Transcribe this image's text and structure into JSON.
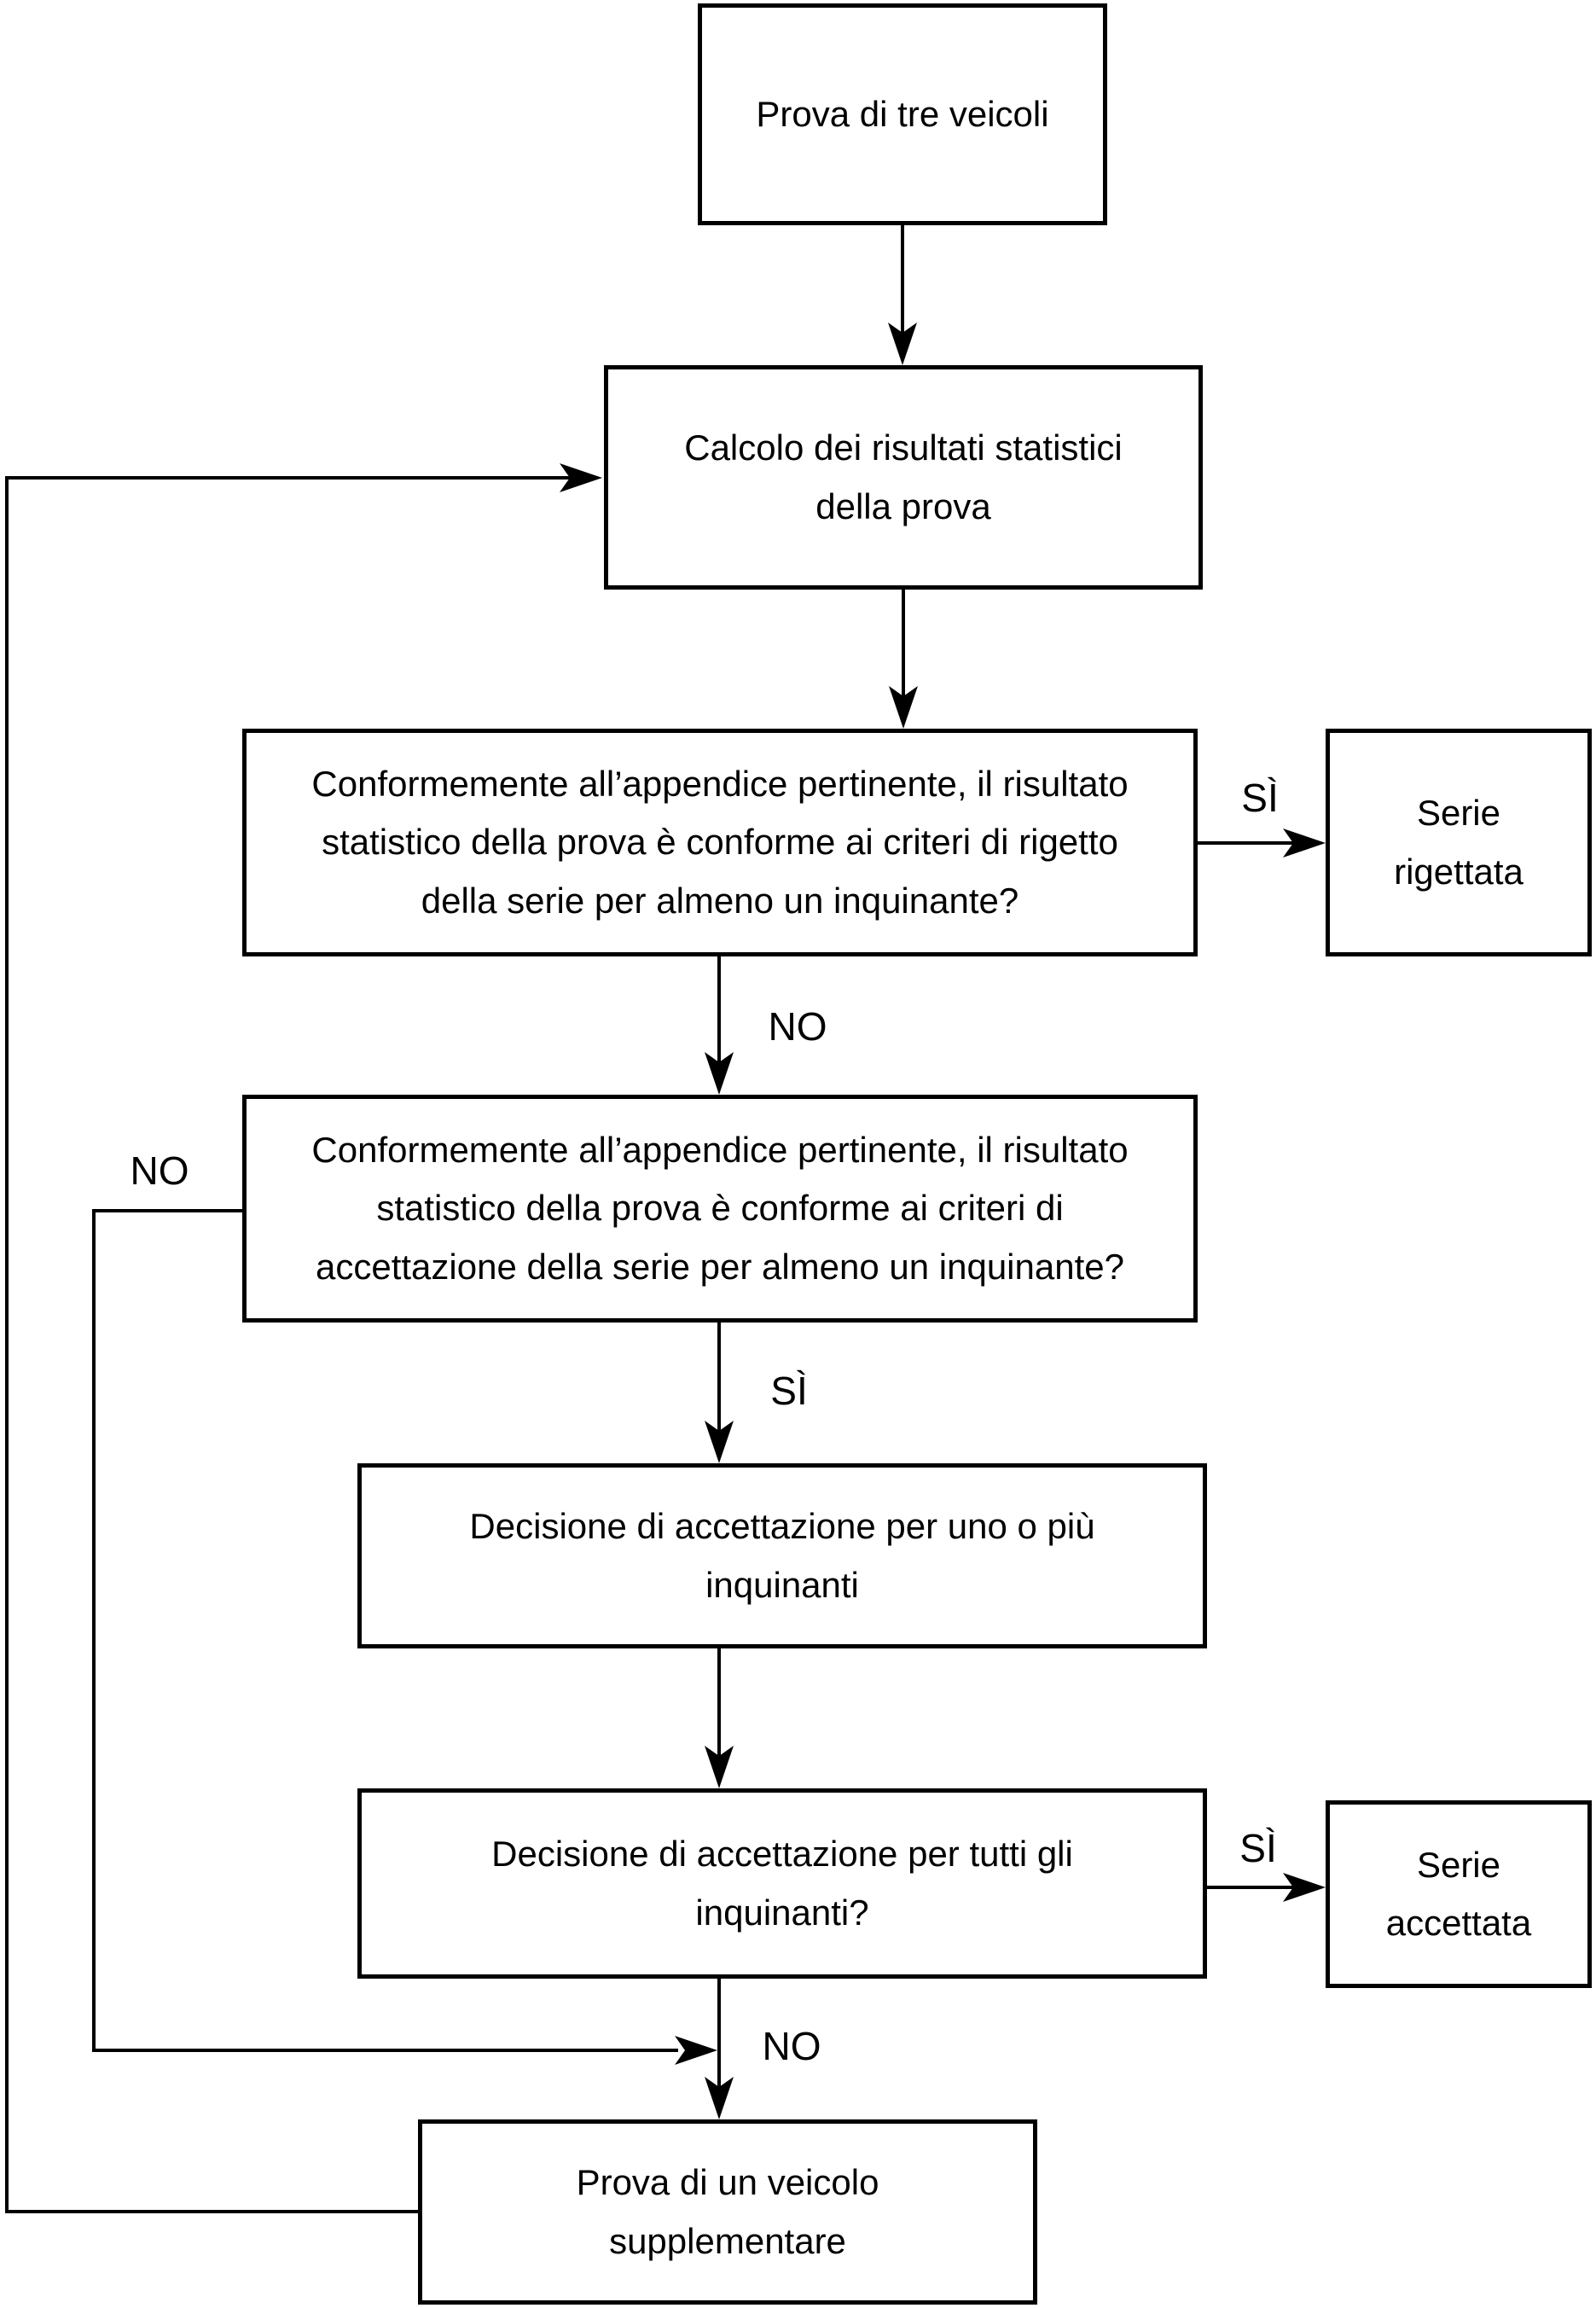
{
  "diagram": {
    "nodes": {
      "start": {
        "lines": [
          "Prova di tre veicoli"
        ]
      },
      "calc": {
        "lines": [
          "Calcolo dei risultati statistici",
          "della prova"
        ]
      },
      "q_reject": {
        "lines": [
          "Conformemente all’appendice pertinente, il risultato",
          "statistico della prova è conforme ai criteri di rigetto",
          "della serie per almeno un inquinante?"
        ]
      },
      "serie_rigettata": {
        "lines": [
          "Serie",
          "rigettata"
        ]
      },
      "q_accept": {
        "lines": [
          "Conformemente all’appendice pertinente, il risultato",
          "statistico della prova è conforme ai criteri di",
          "accettazione della serie per almeno un inquinante?"
        ]
      },
      "dec_one": {
        "lines": [
          "Decisione di accettazione per uno o più",
          "inquinanti"
        ]
      },
      "q_all": {
        "lines": [
          "Decisione di accettazione per tutti gli",
          "inquinanti?"
        ]
      },
      "serie_accettata": {
        "lines": [
          "Serie",
          "accettata"
        ]
      },
      "extra": {
        "lines": [
          "Prova di un veicolo",
          "supplementare"
        ]
      }
    },
    "edge_labels": {
      "yes_reject": "SÌ",
      "no_reject": "NO",
      "no_accept": "NO",
      "yes_accept": "SÌ",
      "yes_all": "SÌ",
      "no_all": "NO"
    },
    "colors": {
      "line": "#000000",
      "background": "#ffffff"
    }
  }
}
